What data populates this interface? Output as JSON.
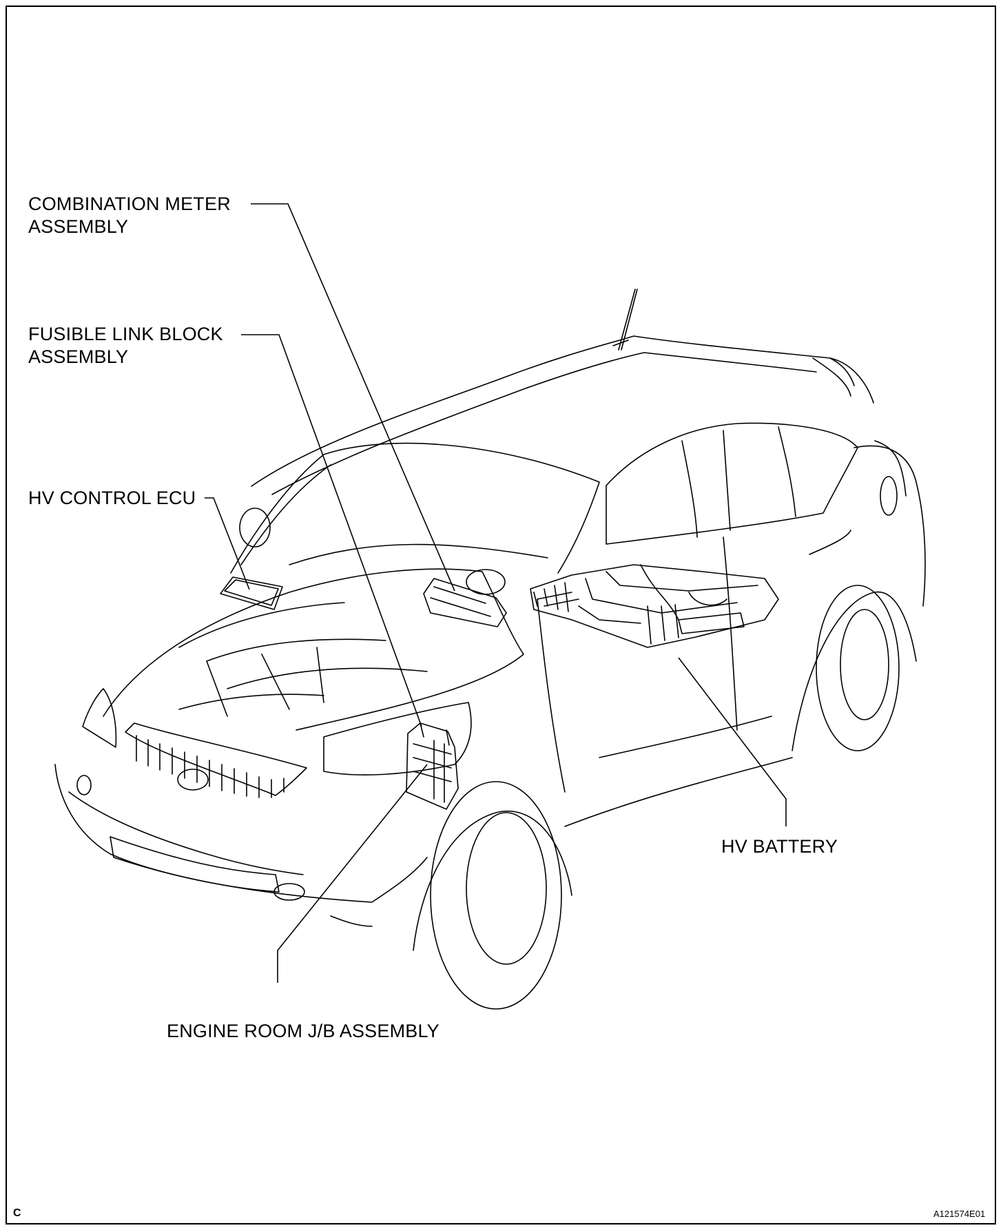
{
  "diagram": {
    "labels": {
      "combination_meter": [
        "COMBINATION METER",
        "ASSEMBLY"
      ],
      "fusible_link": [
        "FUSIBLE LINK BLOCK",
        "ASSEMBLY"
      ],
      "hv_control_ecu": "HV CONTROL ECU",
      "hv_battery": "HV BATTERY",
      "engine_room_jb": "ENGINE ROOM J/B ASSEMBLY"
    },
    "corner_left": "C",
    "figure_id": "A121574E01",
    "colors": {
      "line": "#000000",
      "background": "#ffffff"
    }
  }
}
